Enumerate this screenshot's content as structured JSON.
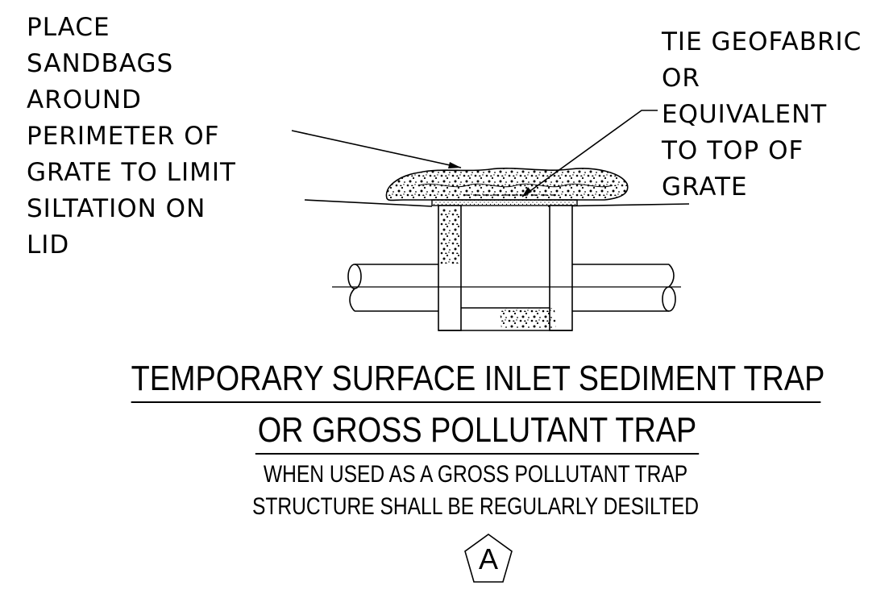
{
  "callouts": {
    "left": {
      "lines": [
        "PLACE",
        "SANDBAGS",
        "AROUND",
        "PERIMETER OF",
        "GRATE TO LIMIT",
        "SILTATION ON",
        "LID"
      ]
    },
    "right": {
      "lines": [
        "TIE GEOFABRIC",
        "OR",
        "EQUIVALENT",
        "TO TOP OF",
        "GRATE"
      ]
    }
  },
  "title": {
    "line1": "TEMPORARY SURFACE INLET SEDIMENT TRAP",
    "line2": "OR GROSS POLLUTANT TRAP"
  },
  "subtitle": {
    "line1": "WHEN USED AS A GROSS POLLUTANT TRAP",
    "line2": "STRUCTURE SHALL BE REGULARLY DESILTED"
  },
  "detail_marker": {
    "label": "A",
    "shape": "pentagon"
  },
  "colors": {
    "ink": "#000000",
    "background": "#ffffff"
  }
}
